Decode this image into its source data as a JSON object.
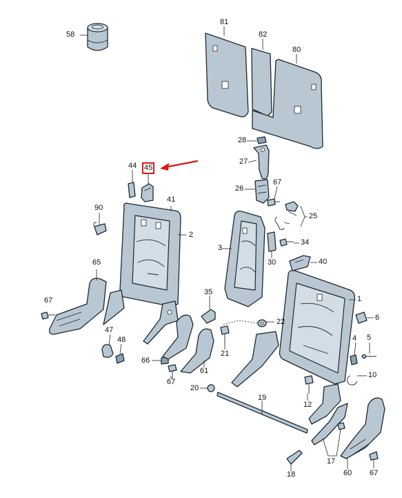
{
  "callouts": {
    "c58": "58",
    "c81": "81",
    "c82": "82",
    "c80": "80",
    "c28": "28",
    "c27": "27",
    "c44": "44",
    "c45": "45",
    "c26": "26",
    "c67a": "67",
    "c41": "41",
    "c90": "90",
    "c2": "2",
    "c25": "25",
    "c3": "3",
    "c34": "34",
    "c30": "30",
    "c40": "40",
    "c65": "65",
    "c1": "1",
    "c67b": "67",
    "c35": "35",
    "c22": "22",
    "c6": "6",
    "c47": "47",
    "c48": "48",
    "c21": "21",
    "c4": "4",
    "c5": "5",
    "c66": "66",
    "c61": "61",
    "c10": "10",
    "c67c": "67",
    "c20": "20",
    "c19": "19",
    "c12": "12",
    "c17": "17",
    "c18": "18",
    "c60": "60",
    "c67d": "67"
  },
  "highlight": {
    "part": "45",
    "box_color": "#e0161b",
    "arrow_color": "#e0161b"
  },
  "colors": {
    "part_fill": "#b9c7d2",
    "outline": "#1b2830"
  }
}
